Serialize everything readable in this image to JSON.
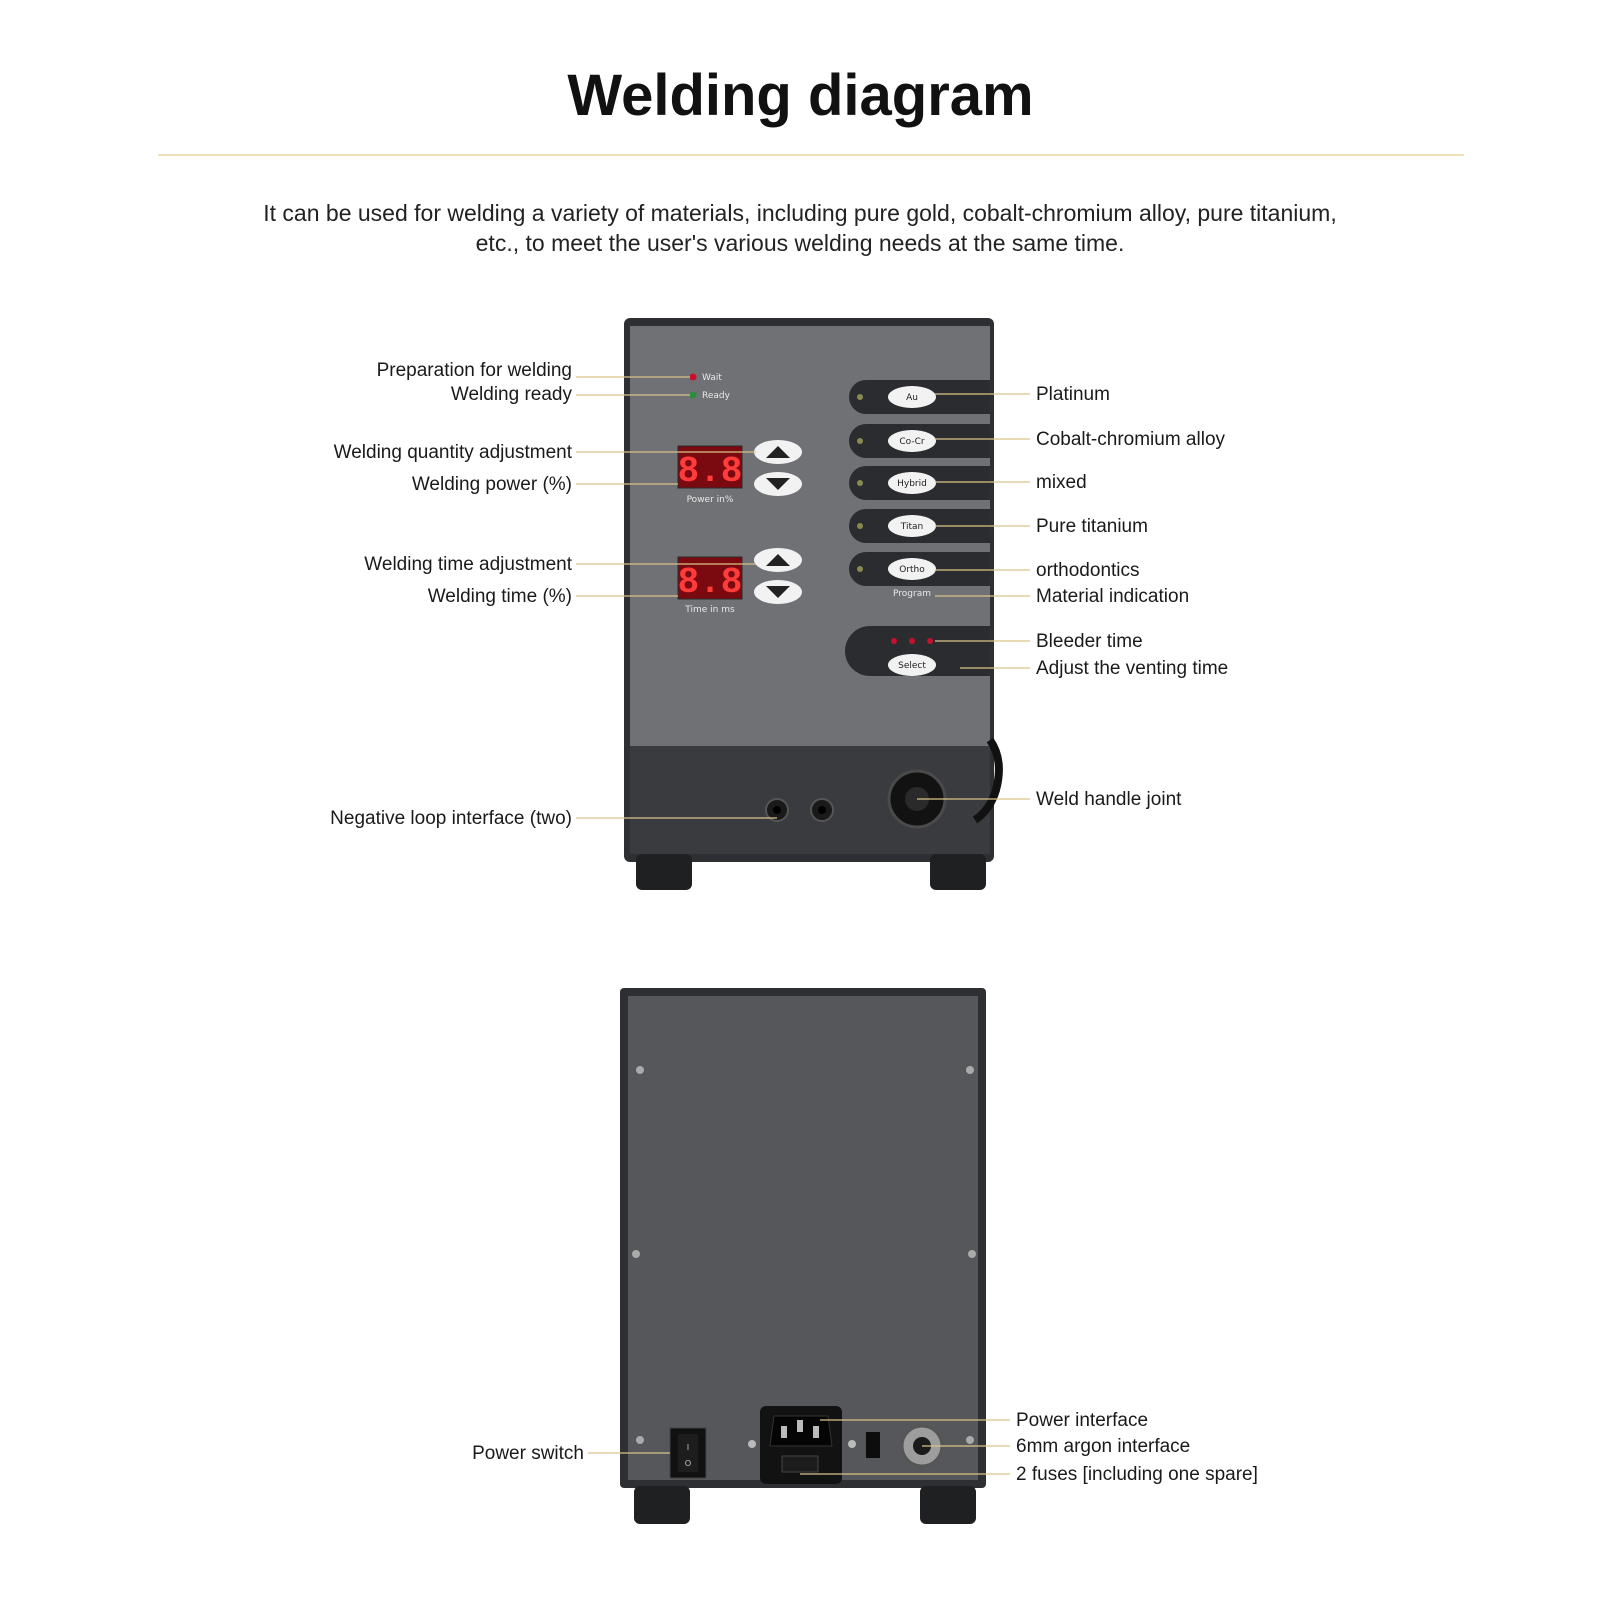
{
  "title": "Welding diagram",
  "description": "It can be used for welding a variety of materials, including pure gold, cobalt-chromium alloy, pure titanium, etc., to meet the user's various welding needs at the same time.",
  "front_panel": {
    "indicators": {
      "wait": "Wait",
      "ready": "Ready"
    },
    "power_display": {
      "value": "8.8",
      "caption": "Power  in%"
    },
    "time_display": {
      "value": "8.8",
      "caption": "Time  in  ms"
    },
    "material_buttons": [
      "Au",
      "Co-Cr",
      "Hybrid",
      "Titan",
      "Ortho"
    ],
    "program_label": "Program",
    "select_button": "Select"
  },
  "labels_left": {
    "preparation": "Preparation for welding",
    "ready": "Welding ready",
    "quantity": "Welding quantity adjustment",
    "power": "Welding power (%)",
    "time_adjust": "Welding time adjustment",
    "time": "Welding time (%)",
    "negative": "Negative loop interface (two)"
  },
  "labels_right": {
    "platinum": "Platinum",
    "cocr": "Cobalt-chromium alloy",
    "mixed": "mixed",
    "titanium": "Pure titanium",
    "ortho": "orthodontics",
    "material": "Material indication",
    "bleeder": "Bleeder time",
    "venting": "Adjust the venting time",
    "handle": "Weld handle joint"
  },
  "back_labels": {
    "power_switch": "Power switch",
    "power_interface": "Power interface",
    "argon": "6mm argon interface",
    "fuses": "2 fuses [including one spare]"
  },
  "colors": {
    "leader": "#d9c48a",
    "panel_gray": "#6e6f72",
    "body_dark": "#3a3b3e",
    "led_red": "#c8102e"
  }
}
